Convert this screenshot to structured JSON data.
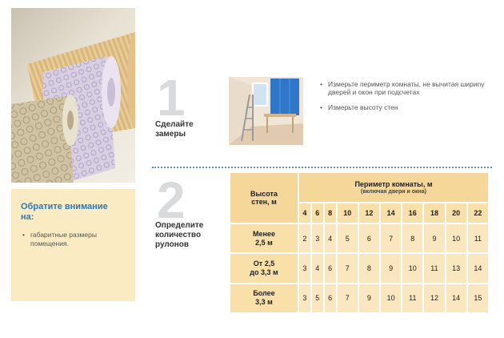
{
  "step1": {
    "number": "1",
    "label_line1": "Сделайте",
    "label_line2": "замеры",
    "bullets": [
      "Измерьте периметр комнаты, не вычитая шириny дверей и окон при подсчетах",
      "Измерьте высоту стен"
    ]
  },
  "step2": {
    "number": "2",
    "label_line1": "Определите",
    "label_line2": "количество",
    "label_line3": "рулонов"
  },
  "notice": {
    "title_line1": "Обратите внимание",
    "title_line2": "на:",
    "items": [
      "габаритные размеры помещения."
    ]
  },
  "table": {
    "height_header_line1": "Высота",
    "height_header_line2": "стен, м",
    "perimeter_header": "Периметр комнаты, м",
    "perimeter_sub": "(включая двери и окна)",
    "perimeters": [
      "4",
      "6",
      "8",
      "10",
      "12",
      "14",
      "16",
      "18",
      "20",
      "22"
    ],
    "rows": [
      {
        "label_line1": "Менее",
        "label_line2": "2,5 м",
        "values": [
          "2",
          "3",
          "4",
          "5",
          "6",
          "7",
          "8",
          "9",
          "10",
          "11"
        ]
      },
      {
        "label_line1": "От 2,5",
        "label_line2": "до 3,3 м",
        "values": [
          "3",
          "4",
          "6",
          "7",
          "8",
          "9",
          "10",
          "11",
          "13",
          "14"
        ]
      },
      {
        "label_line1": "Более",
        "label_line2": "3,3 м",
        "values": [
          "3",
          "5",
          "6",
          "7",
          "9",
          "10",
          "11",
          "12",
          "14",
          "15"
        ]
      }
    ]
  },
  "colors": {
    "notice_bg": "#fbebc2",
    "notice_title": "#2a78b6",
    "table_bg": "#fbe7bf",
    "table_header": "#f6d79a",
    "divider": "#5d8fc0"
  }
}
